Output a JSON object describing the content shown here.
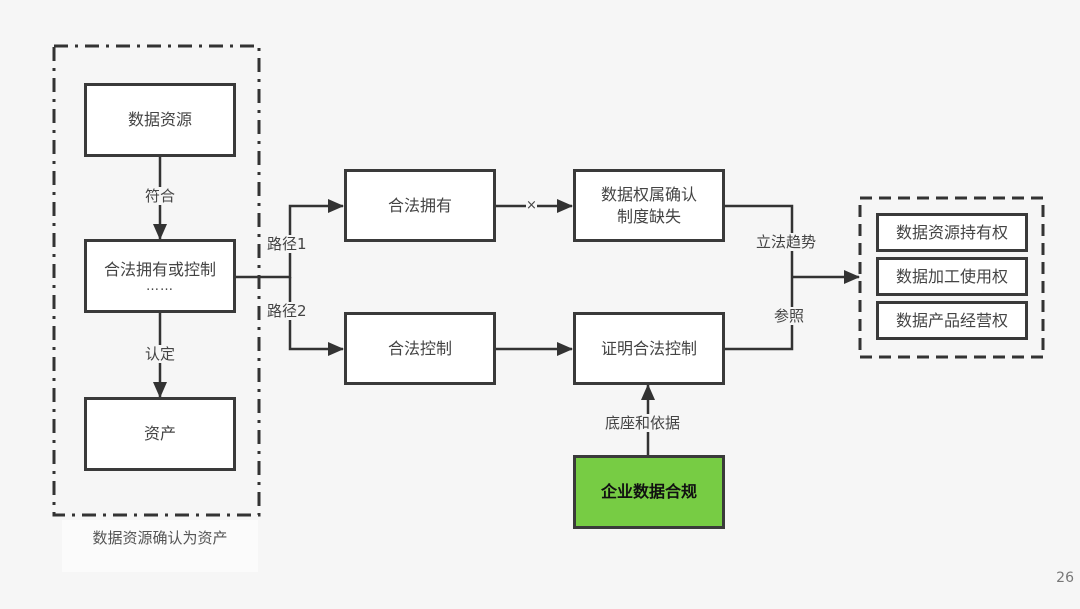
{
  "diagram": {
    "group_left": {
      "caption": "数据资源确认为资产",
      "nodes": {
        "data_resource": "数据资源",
        "legal_own_or_control": "合法拥有或控制",
        "legal_own_or_control_more": "……",
        "asset": "资产"
      },
      "edges": {
        "conform": "符合",
        "recognize": "认定"
      }
    },
    "paths": {
      "path1": "路径1",
      "path2": "路径2"
    },
    "nodes": {
      "legal_own": "合法拥有",
      "legal_control": "合法控制",
      "ownership_missing_line1": "数据权属确认",
      "ownership_missing_line2": "制度缺失",
      "prove_control": "证明合法控制",
      "compliance": "企业数据合规"
    },
    "edges": {
      "blocked": "×",
      "legislative_trend": "立法趋势",
      "reference": "参照",
      "foundation": "底座和依据"
    },
    "group_right": {
      "rights": [
        "数据资源持有权",
        "数据加工使用权",
        "数据产品经营权"
      ]
    },
    "colors": {
      "stroke": "#3a3a3a",
      "compliance_fill": "#77cc44"
    }
  },
  "page_number": "26"
}
